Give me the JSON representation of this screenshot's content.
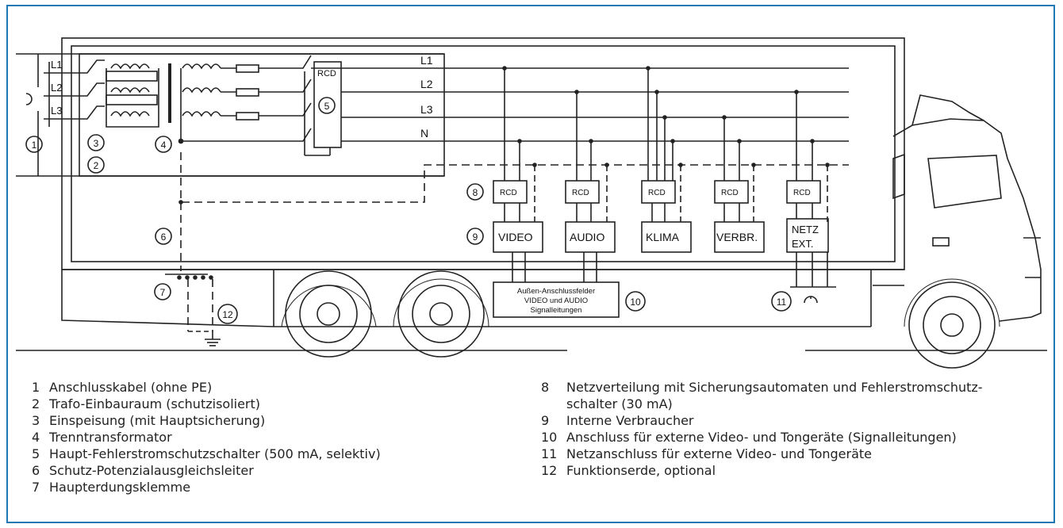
{
  "diagram": {
    "phases": [
      "L1",
      "L2",
      "L3",
      "N"
    ],
    "terminal_labels": [
      "L1",
      "L2",
      "L3"
    ],
    "rcd_label": "RCD",
    "consumers": [
      "VIDEO",
      "AUDIO",
      "KLIMA",
      "VERBR."
    ],
    "netz_ext": [
      "NETZ",
      "EXT."
    ],
    "outer_panel": [
      "Außen-Anschlussfelder",
      "VIDEO und AUDIO",
      "Signalleitungen"
    ],
    "markers": [
      "1",
      "2",
      "3",
      "4",
      "5",
      "6",
      "7",
      "8",
      "9",
      "10",
      "11",
      "12"
    ]
  },
  "legend_left": [
    {
      "num": "1",
      "text": "Anschlusskabel (ohne PE)"
    },
    {
      "num": "2",
      "text": "Trafo-Einbauraum (schutzisoliert)"
    },
    {
      "num": "3",
      "text": "Einspeisung (mit Hauptsicherung)"
    },
    {
      "num": "4",
      "text": "Trenntransformator"
    },
    {
      "num": "5",
      "text": "Haupt-Fehlerstromschutzschalter (500 mA, selektiv)"
    },
    {
      "num": "6",
      "text": "Schutz-Potenzialausgleichsleiter"
    },
    {
      "num": "7",
      "text": "Haupterdungsklemme"
    }
  ],
  "legend_right": [
    {
      "num": "8",
      "text": "Netzverteilung mit Sicherungsautomaten und Fehlerstromschutz-"
    },
    {
      "num": "",
      "text": "schalter (30 mA)"
    },
    {
      "num": "9",
      "text": "Interne Verbraucher"
    },
    {
      "num": "10",
      "text": "Anschluss für externe Video- und Tongeräte (Signalleitungen)"
    },
    {
      "num": "11",
      "text": "Netzanschluss für externe Video- und Tongeräte"
    },
    {
      "num": "12",
      "text": "Funktionserde, optional"
    }
  ]
}
